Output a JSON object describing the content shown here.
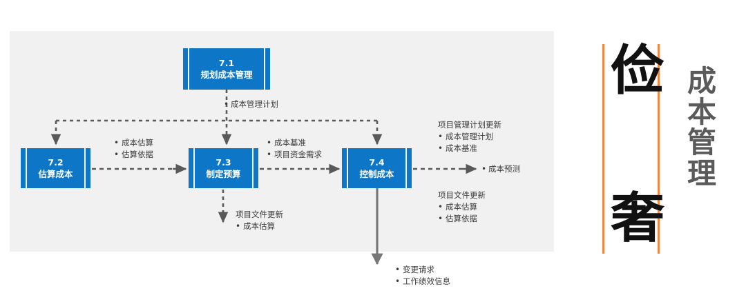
{
  "theme": {
    "box_blue": "#0d76c7",
    "panel_gray": "#f1f1f1",
    "accent_orange": "#f5853f",
    "title_gray": "#5a5a5a",
    "connector_gray": "#595959"
  },
  "diagram": {
    "boxes": [
      {
        "id": "7.1",
        "number": "7.1",
        "name": "规划成本管理"
      },
      {
        "id": "7.2",
        "number": "7.2",
        "name": "估算成本"
      },
      {
        "id": "7.3",
        "number": "7.3",
        "name": "制定预算"
      },
      {
        "id": "7.4",
        "number": "7.4",
        "name": "控制成本"
      }
    ],
    "notes": {
      "cost_management_plan": {
        "heading": "",
        "items": [
          "成本管理计划"
        ]
      },
      "estimate_outputs": {
        "heading": "",
        "items": [
          "成本估算",
          "估算依据"
        ]
      },
      "budget_outputs": {
        "heading": "",
        "items": [
          "成本基准",
          "项目资金需求"
        ]
      },
      "pm_plan_updates": {
        "heading": "项目管理计划更新",
        "items": [
          "成本管理计划",
          "成本基准"
        ]
      },
      "forecast": {
        "heading": "",
        "items": [
          "成本预测"
        ]
      },
      "project_docs_updates_right": {
        "heading": "项目文件更新",
        "items": [
          "成本估算",
          "估算依据"
        ]
      },
      "project_docs_updates_bottom": {
        "heading": "项目文件更新",
        "items": [
          "成本估算"
        ]
      },
      "change_and_performance": {
        "heading": "",
        "items": [
          "变更请求",
          "工作绩效信息"
        ]
      }
    }
  },
  "right_panel": {
    "glyph_top": "俭",
    "glyph_bottom": "奢",
    "vertical_title": "成本管理",
    "vertical_title_chars": [
      "成",
      "本",
      "管",
      "理"
    ]
  }
}
